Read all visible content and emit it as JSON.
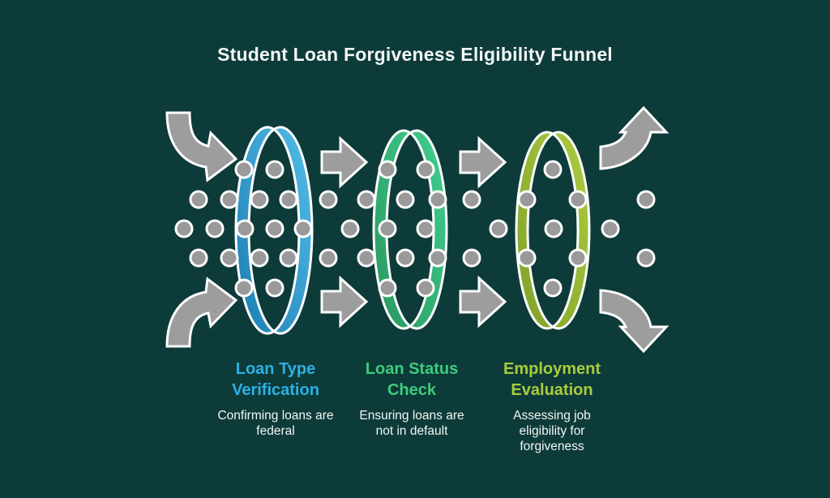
{
  "title": "Student Loan Forgiveness Eligibility Funnel",
  "background_color": "#0d3b39",
  "text_color": "#f2f6f5",
  "stages": [
    {
      "heading": "Loan Type Verification",
      "description": "Confirming loans are federal",
      "color": "#2cb1e3",
      "ring_gradient": [
        "#55bee8",
        "#1a7cb2"
      ]
    },
    {
      "heading": "Loan Status Check",
      "description": "Ensuring loans are not in default",
      "color": "#3ecb7d",
      "ring_gradient": [
        "#42d091",
        "#27965e"
      ]
    },
    {
      "heading": "Employment Evaluation",
      "description": "Assessing job eligibility for forgiveness",
      "color": "#a9cc3c",
      "ring_gradient": [
        "#adcc41",
        "#7fa029"
      ]
    }
  ],
  "decorations": {
    "arrow_color": "#9d9d9d",
    "dot_color": "#9a9a9a",
    "outline_color": "#ffffff"
  }
}
